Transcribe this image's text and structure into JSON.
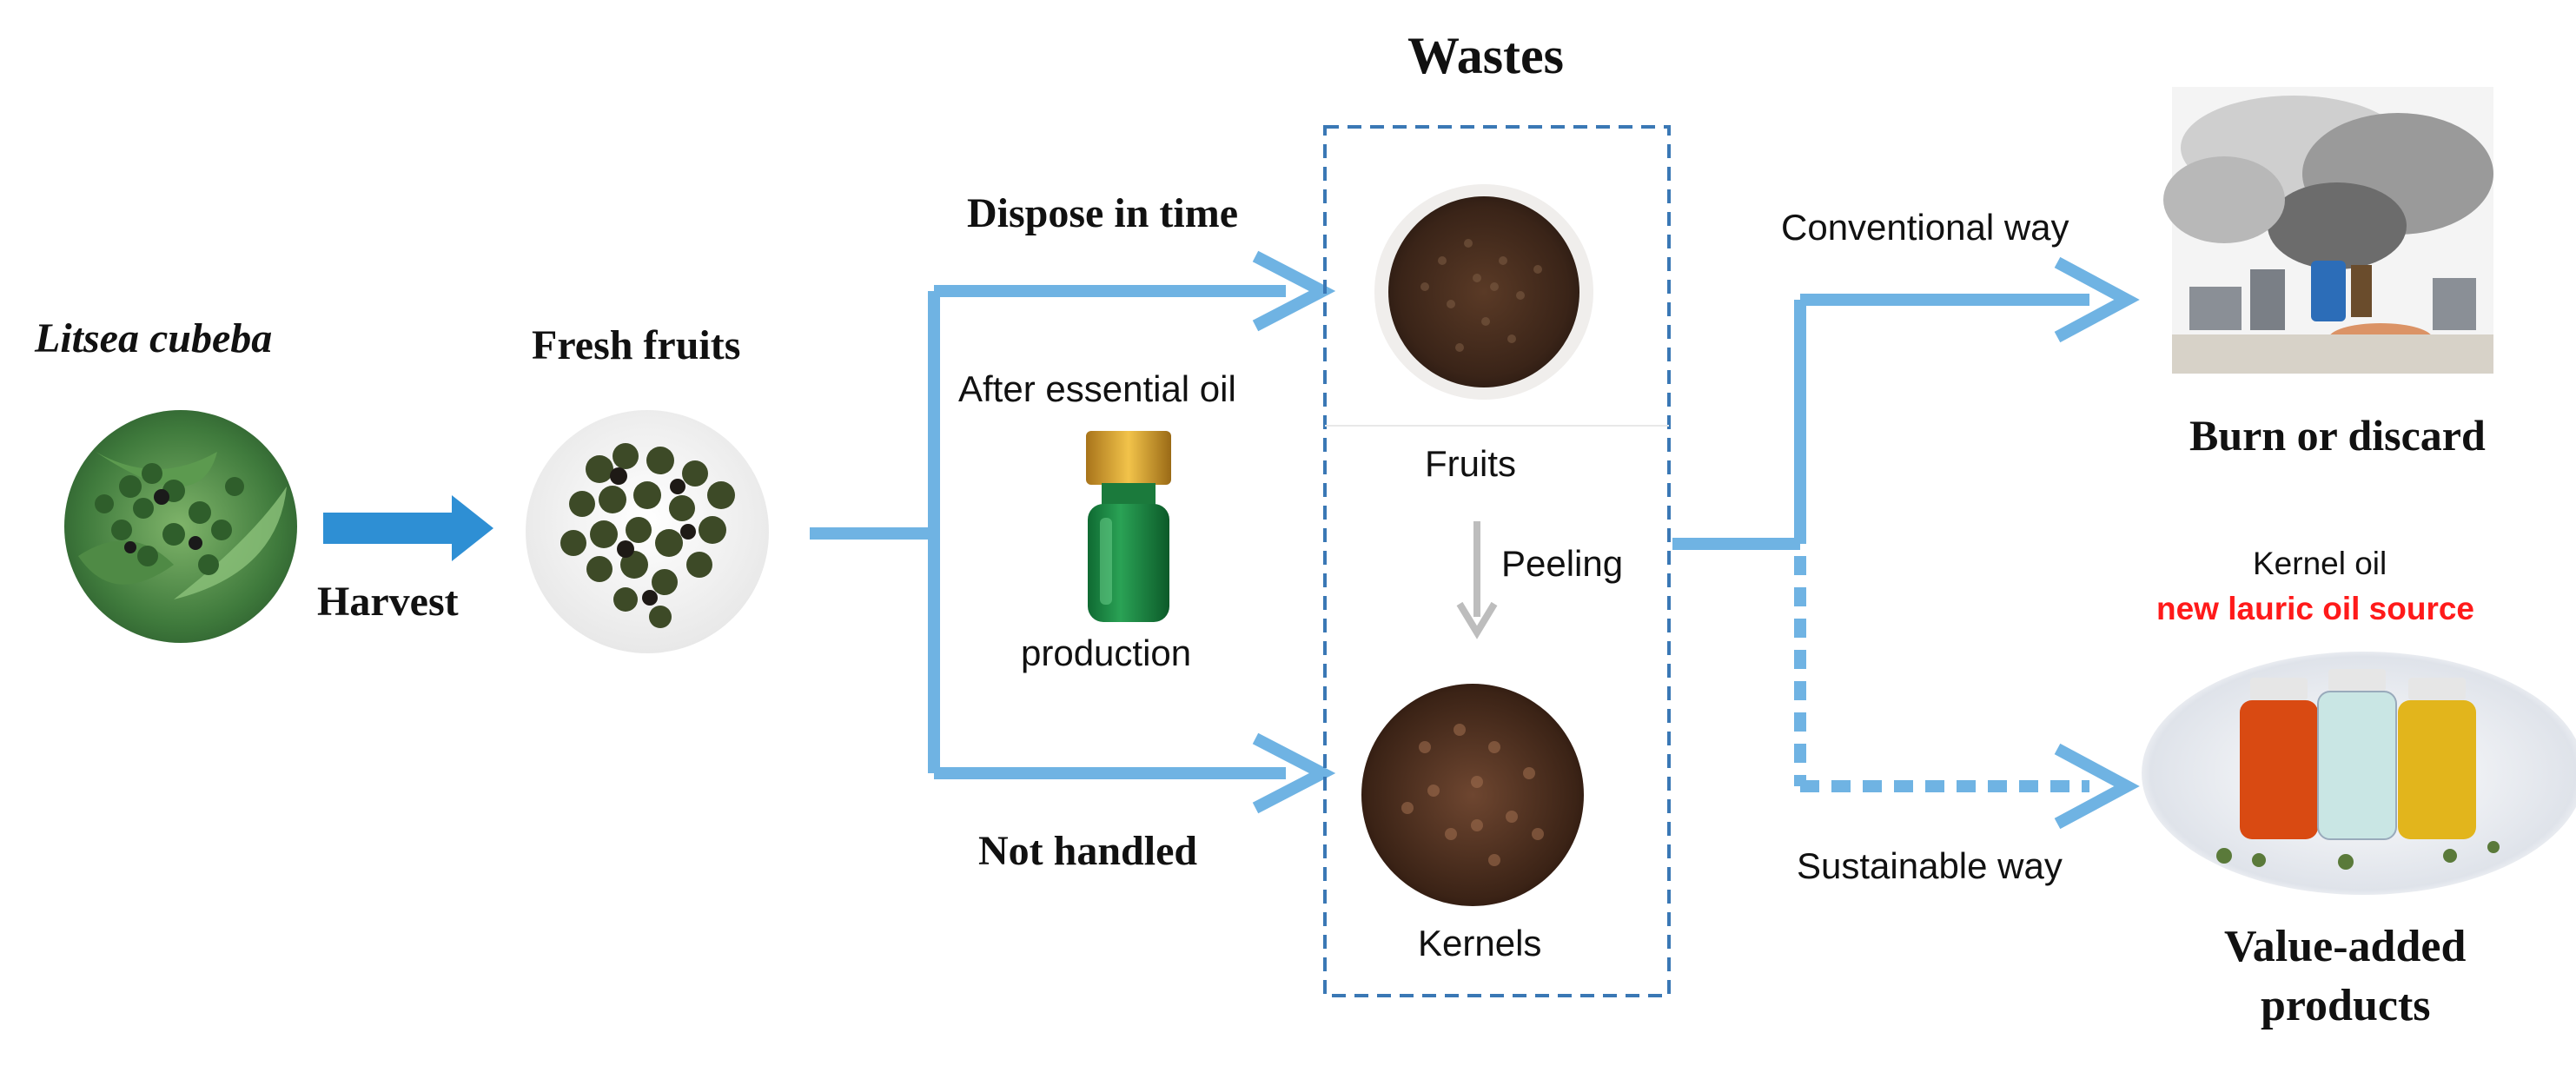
{
  "title": "Wastes",
  "source": {
    "species": "Litsea cubeba",
    "step": "Harvest",
    "product": "Fresh fruits"
  },
  "branches": {
    "upper": "Dispose in time",
    "middle_line1": "After essential oil",
    "middle_line2": "production",
    "lower": "Not handled"
  },
  "wastes_box": {
    "fruits": "Fruits",
    "process": "Peeling",
    "kernels": "Kernels"
  },
  "outcomes": {
    "conventional_way": "Conventional way",
    "conventional_result": "Burn or discard",
    "sustainable_way": "Sustainable way",
    "kernel_oil": "Kernel oil",
    "kernel_oil_note": "new lauric oil source",
    "sustainable_result_line1": "Value-added",
    "sustainable_result_line2": "products"
  },
  "icons": [
    "litsea-plant-photo",
    "fresh-fruits-photo",
    "essential-oil-bottle-icon",
    "fruits-dish-photo",
    "kernels-dish-photo",
    "pollution-smoke-illustration",
    "oil-bottles-photo"
  ],
  "colors": {
    "flow_arrow": "#6fb3e3",
    "harvest_arrow": "#2e8fd4",
    "box_border": "#3a78b5",
    "peeling_arrow": "#bdbdbd",
    "highlight_text": "#ff1a1a"
  }
}
